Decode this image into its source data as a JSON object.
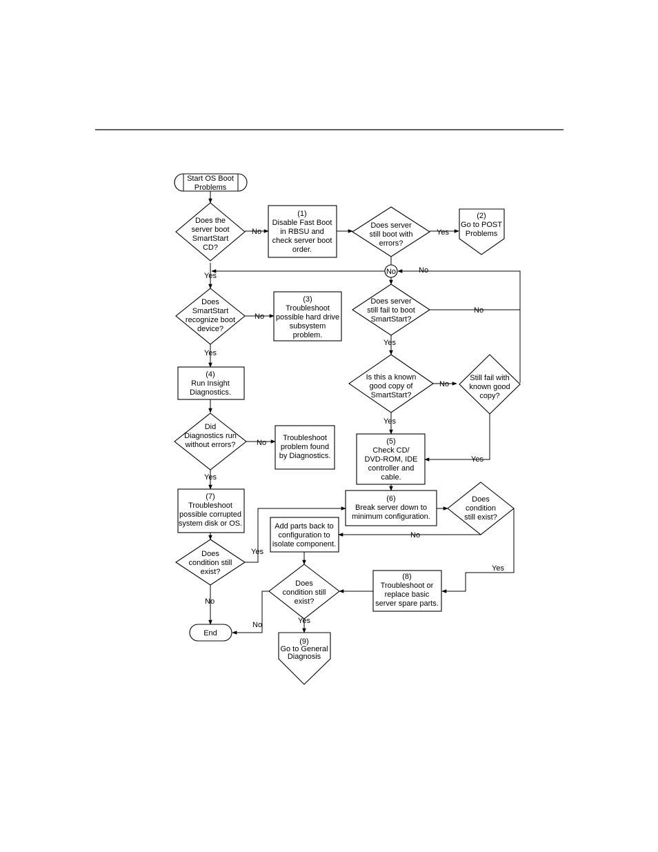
{
  "nodes": {
    "start": [
      "Start OS Boot",
      "Problems"
    ],
    "q_boot_cd": [
      "Does the",
      "server boot",
      "SmartStart",
      "CD?"
    ],
    "box1": [
      "(1)",
      "Disable Fast Boot",
      "in RBSU and",
      "check server boot",
      "order."
    ],
    "q_still_errors": [
      "Does server",
      "still boot with",
      "errors?"
    ],
    "term2": [
      "(2)",
      "Go to POST",
      "Problems"
    ],
    "q_recognize": [
      "Does",
      "SmartStart",
      "recognize boot",
      "device?"
    ],
    "box3": [
      "(3)",
      "Troubleshoot",
      "possible hard drive",
      "subsystem",
      "problem."
    ],
    "q_fail_boot": [
      "Does server",
      "still fail to boot",
      "SmartStart?"
    ],
    "box4": [
      "(4)",
      "Run Insight",
      "Diagnostics."
    ],
    "q_known_copy": [
      "Is this a known",
      "good copy of",
      "SmartStart?"
    ],
    "q_still_fail": [
      "Still fail with",
      "known good",
      "copy?"
    ],
    "q_diag": [
      "Did",
      "Diagnostics run",
      "without errors?"
    ],
    "box_diag": [
      "Troubleshoot",
      "problem found",
      "by Diagnostics."
    ],
    "box5": [
      "(5)",
      "Check CD/",
      "DVD-ROM, IDE",
      "controller and",
      "cable."
    ],
    "box7": [
      "(7)",
      "Troubleshoot",
      "possible corrupted",
      "system disk or OS."
    ],
    "box6": [
      "(6)",
      "Break server down to",
      "minimum configuration."
    ],
    "q_cond1": [
      "Does",
      "condition",
      "still exist?"
    ],
    "box_add": [
      "Add parts back to",
      "configuration to",
      "isolate component."
    ],
    "q_cond_left": [
      "Does",
      "condition still",
      "exist?"
    ],
    "box8": [
      "(8)",
      "Troubleshoot or",
      "replace basic",
      "server spare parts."
    ],
    "q_cond_mid": [
      "Does",
      "condition still",
      "exist?"
    ],
    "end": [
      "End"
    ],
    "term9": [
      "(9)",
      "Go to General",
      "Diagnosis"
    ]
  },
  "connector": "No",
  "edge_labels": {
    "boot_cd_no": "No",
    "still_errors_yes": "Yes",
    "loop_no": "No",
    "boot_cd_yes": "Yes",
    "recognize_no": "No",
    "fail_boot_no": "No",
    "recognize_yes": "Yes",
    "fail_boot_yes": "Yes",
    "known_copy_no": "No",
    "known_copy_yes": "Yes",
    "diag_no": "No",
    "still_fail_yes": "Yes",
    "diag_yes": "Yes",
    "cond_left_yes": "Yes",
    "cond1_no": "No",
    "cond1_yes": "Yes",
    "cond_left_no": "No",
    "cond_mid_no": "No",
    "cond_mid_yes": "Yes"
  }
}
